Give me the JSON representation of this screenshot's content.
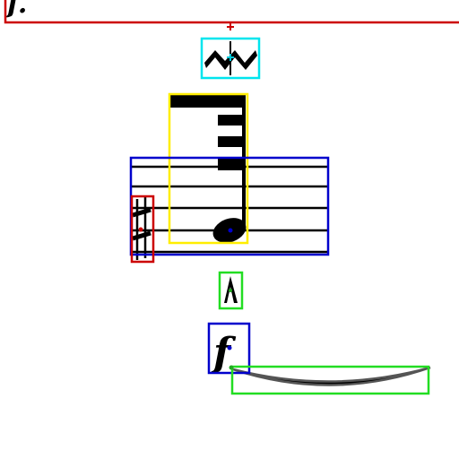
{
  "annotation_boxes": [
    {
      "id": "top-red",
      "color": "#cc0000"
    },
    {
      "id": "mordent-cyan",
      "color": "#00e5ee"
    },
    {
      "id": "flag-yellow",
      "color": "#ffee00"
    },
    {
      "id": "staff-blue",
      "color": "#0000cc"
    },
    {
      "id": "sharp-red",
      "color": "#cc0000"
    },
    {
      "id": "accent-green",
      "color": "#22dd22"
    },
    {
      "id": "dynamic-blue",
      "color": "#0000cc"
    },
    {
      "id": "slur-green",
      "color": "#22dd22"
    }
  ],
  "labels": {
    "top_partial": "f.",
    "dynamic": "f"
  },
  "colors": {
    "ink": "#000000",
    "center_marker_red": "#cc0000",
    "center_marker_cyan": "#00c8d8",
    "center_marker_blue": "#0000cc",
    "center_marker_green": "#22aa22"
  },
  "symbols": {
    "ornament": "mordent-icon",
    "note": "eighth-note-icon",
    "accidental": "sharp-icon",
    "articulation": "marcato-icon",
    "dynamic": "forte-icon",
    "curve": "slur-icon"
  }
}
